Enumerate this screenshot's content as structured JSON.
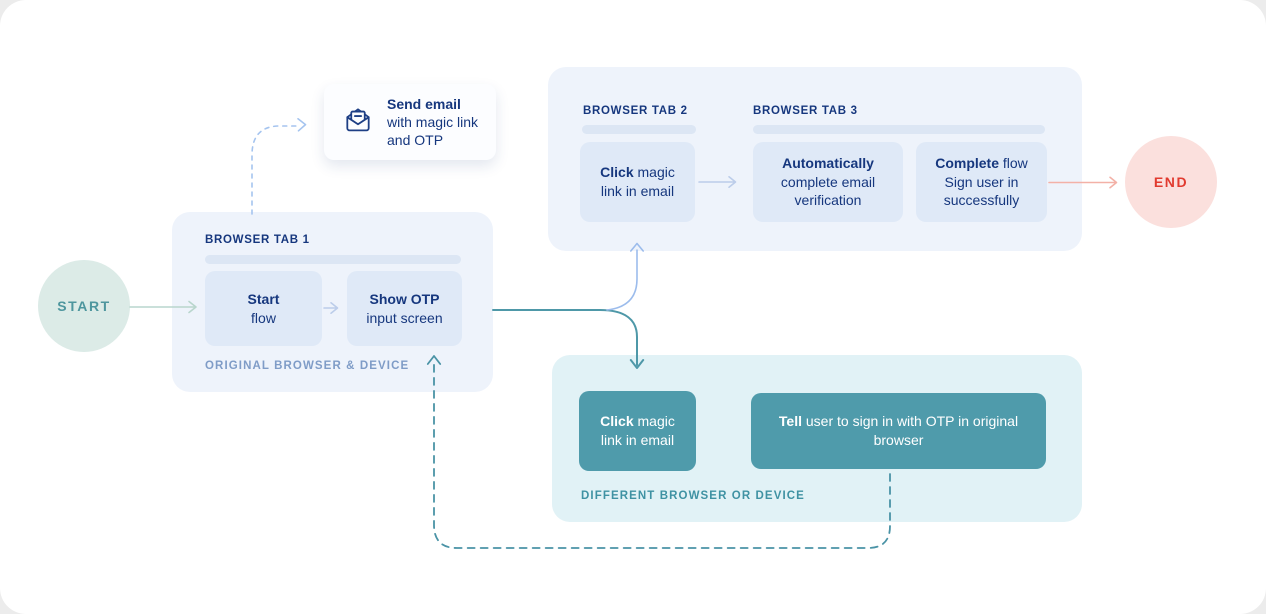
{
  "start_node": {
    "label": "START"
  },
  "end_node": {
    "label": "END"
  },
  "email_card": {
    "icon": "open-email-icon",
    "title": "Send email",
    "subtitle": "with magic link and OTP"
  },
  "browser_tab_1": {
    "header": "BROWSER TAB 1",
    "footer": "ORIGINAL BROWSER & DEVICE",
    "start_flow_box": {
      "bold": "Start",
      "rest": "flow"
    },
    "show_otp_box": {
      "bold": "Show OTP",
      "rest": "input screen"
    }
  },
  "browser_tabs_2_3": {
    "tab2_header": "BROWSER TAB 2",
    "tab3_header": "BROWSER TAB 3",
    "click_magic_box": {
      "bold": "Click",
      "rest": "magic link in email"
    },
    "auto_verify_box": {
      "bold": "Automatically",
      "rest": "complete email verification"
    },
    "complete_flow_box": {
      "bold": "Complete",
      "rest": "flow Sign user in successfully"
    }
  },
  "different_device": {
    "footer": "DIFFERENT BROWSER OR DEVICE",
    "click_magic_box": {
      "bold": "Click",
      "rest": "magic link in email"
    },
    "tell_user_box": {
      "bold": "Tell",
      "rest": "user to sign in with OTP in original browser"
    }
  },
  "colors": {
    "navy_text": "#16377e",
    "container_blue": "#eef3fb",
    "box_blue": "#dfe9f7",
    "tab_bar": "#dce6f4",
    "muted_blue_label": "#7f9cc7",
    "teal_container_bg": "#e1f2f6",
    "teal_box": "#4f9bab",
    "teal_label": "#3f92a3",
    "start_circle_bg": "#dcebe7",
    "start_text": "#4e969e",
    "end_circle_bg": "#fbe0dd",
    "end_text": "#e13b2f",
    "start_arrow": "#b9d6cd",
    "pale_blue_arrow": "#bccdea",
    "dashed_blue": "#a5c4ef",
    "light_blue_line": "#9cbcec",
    "teal_line": "#4e98a8",
    "dashed_teal": "#4a93a6",
    "end_arrow": "#f3b1a7"
  }
}
